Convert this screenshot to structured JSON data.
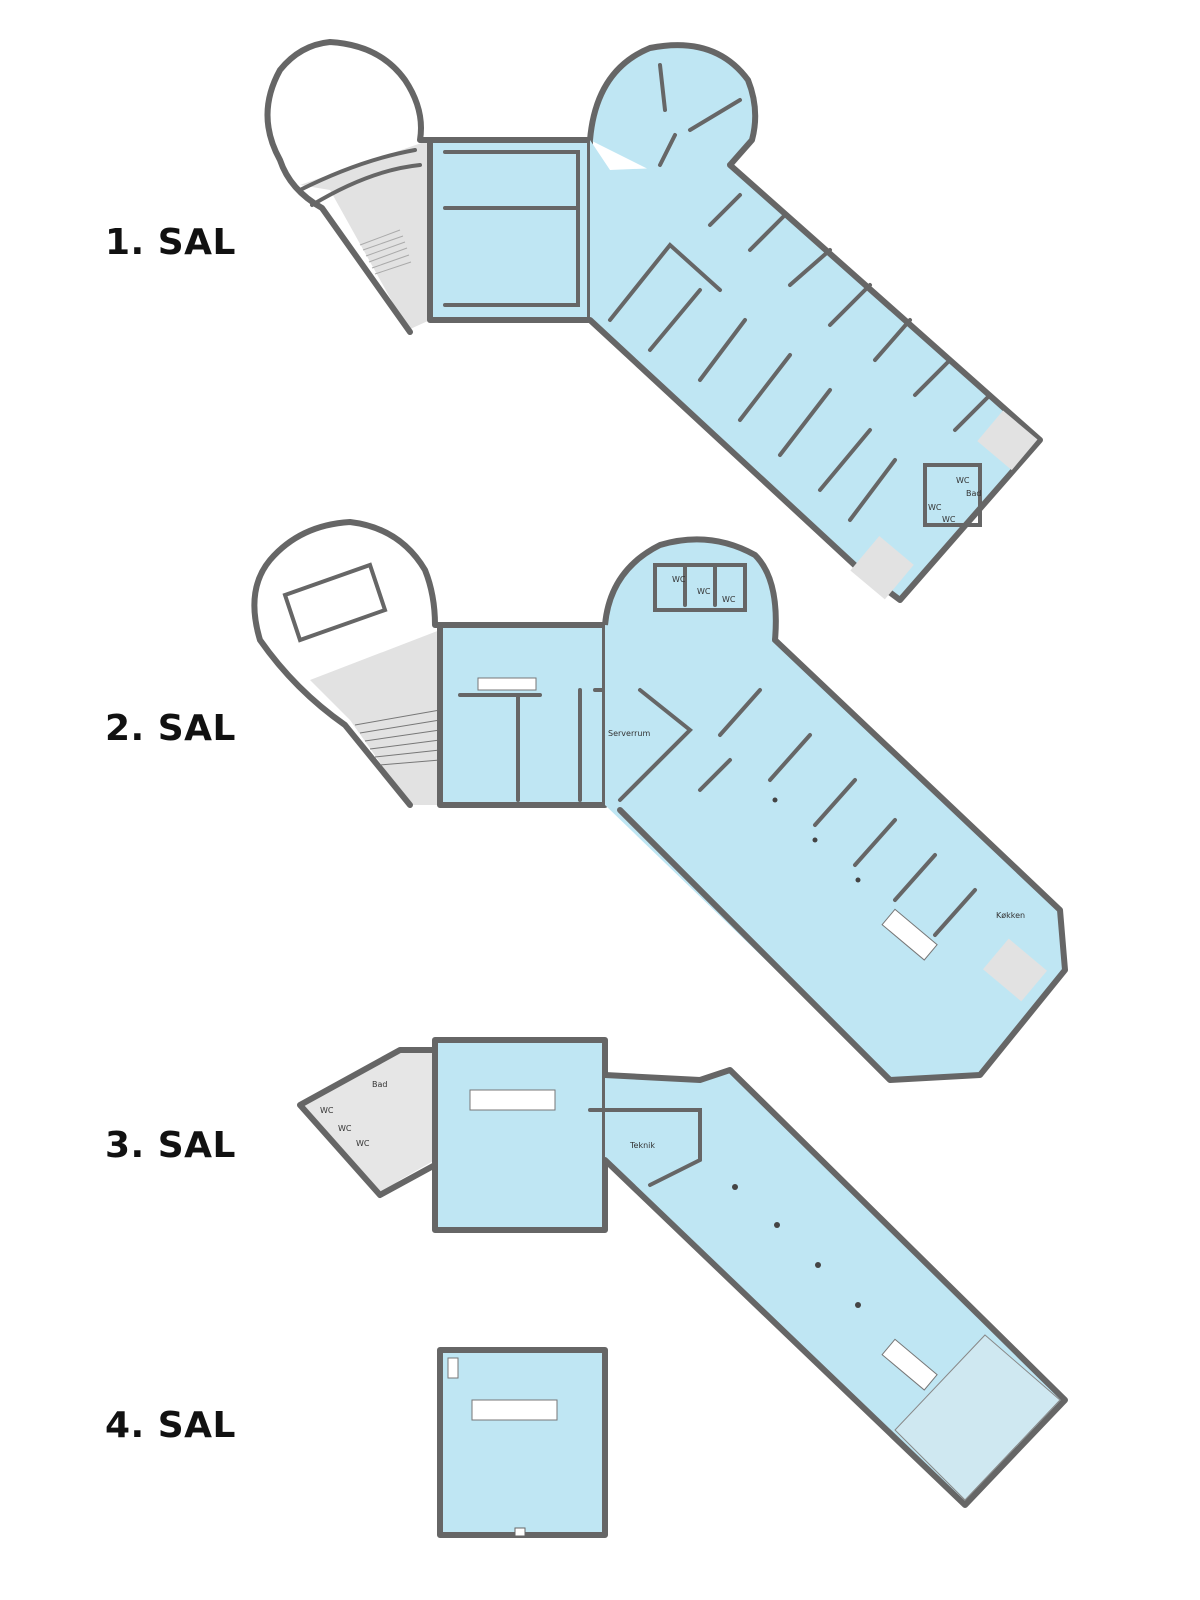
{
  "floors": [
    {
      "label": "1. SAL"
    },
    {
      "label": "2. SAL"
    },
    {
      "label": "3. SAL"
    },
    {
      "label": "4. SAL"
    }
  ],
  "rooms": {
    "floor1": {
      "wc1": "WC",
      "wc2": "WC",
      "wc3": "WC",
      "bad": "Bad"
    },
    "floor2": {
      "wc1": "WC",
      "wc2": "WC",
      "wc3": "WC",
      "serverrum": "Serverrum",
      "kokken": "Køkken"
    },
    "floor3": {
      "bad": "Bad",
      "wc1": "WC",
      "wc2": "WC",
      "wc3": "WC",
      "teknik": "Teknik"
    }
  },
  "colors": {
    "room_fill": "#bfe6f3",
    "wall": "#666666",
    "stair_area": "#e2e2e2"
  }
}
